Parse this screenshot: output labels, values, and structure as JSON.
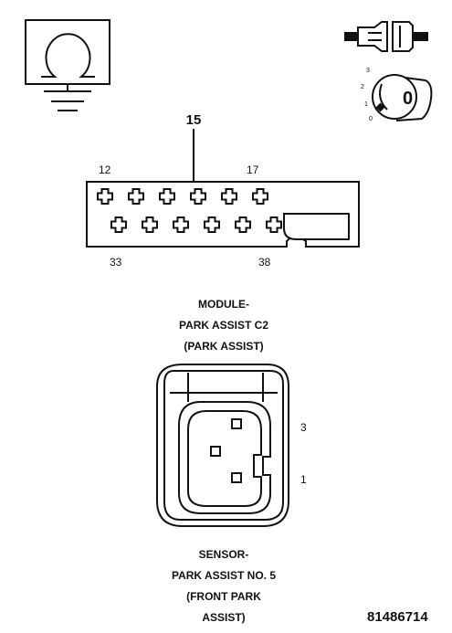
{
  "symbols": {
    "ohmmeter": "ohmmeter-icon",
    "connector_disconnect": "connector-disconnect-icon",
    "ignition_key": "ignition-key-icon"
  },
  "ignition": {
    "display": "0",
    "positions": [
      "3",
      "2",
      "1",
      "0"
    ]
  },
  "module_connector": {
    "callout_pin": "15",
    "pin_labels": {
      "top_left": "12",
      "top_right": "17",
      "bottom_left": "33",
      "bottom_right": "38"
    },
    "title_lines": [
      "MODULE-",
      "PARK ASSIST C2",
      "(PARK ASSIST)"
    ]
  },
  "sensor_connector": {
    "pin_labels": {
      "upper": "3",
      "lower": "1"
    },
    "title_lines": [
      "SENSOR-",
      "PARK ASSIST NO. 5",
      "(FRONT PARK",
      "ASSIST)"
    ]
  },
  "document_number": "81486714"
}
